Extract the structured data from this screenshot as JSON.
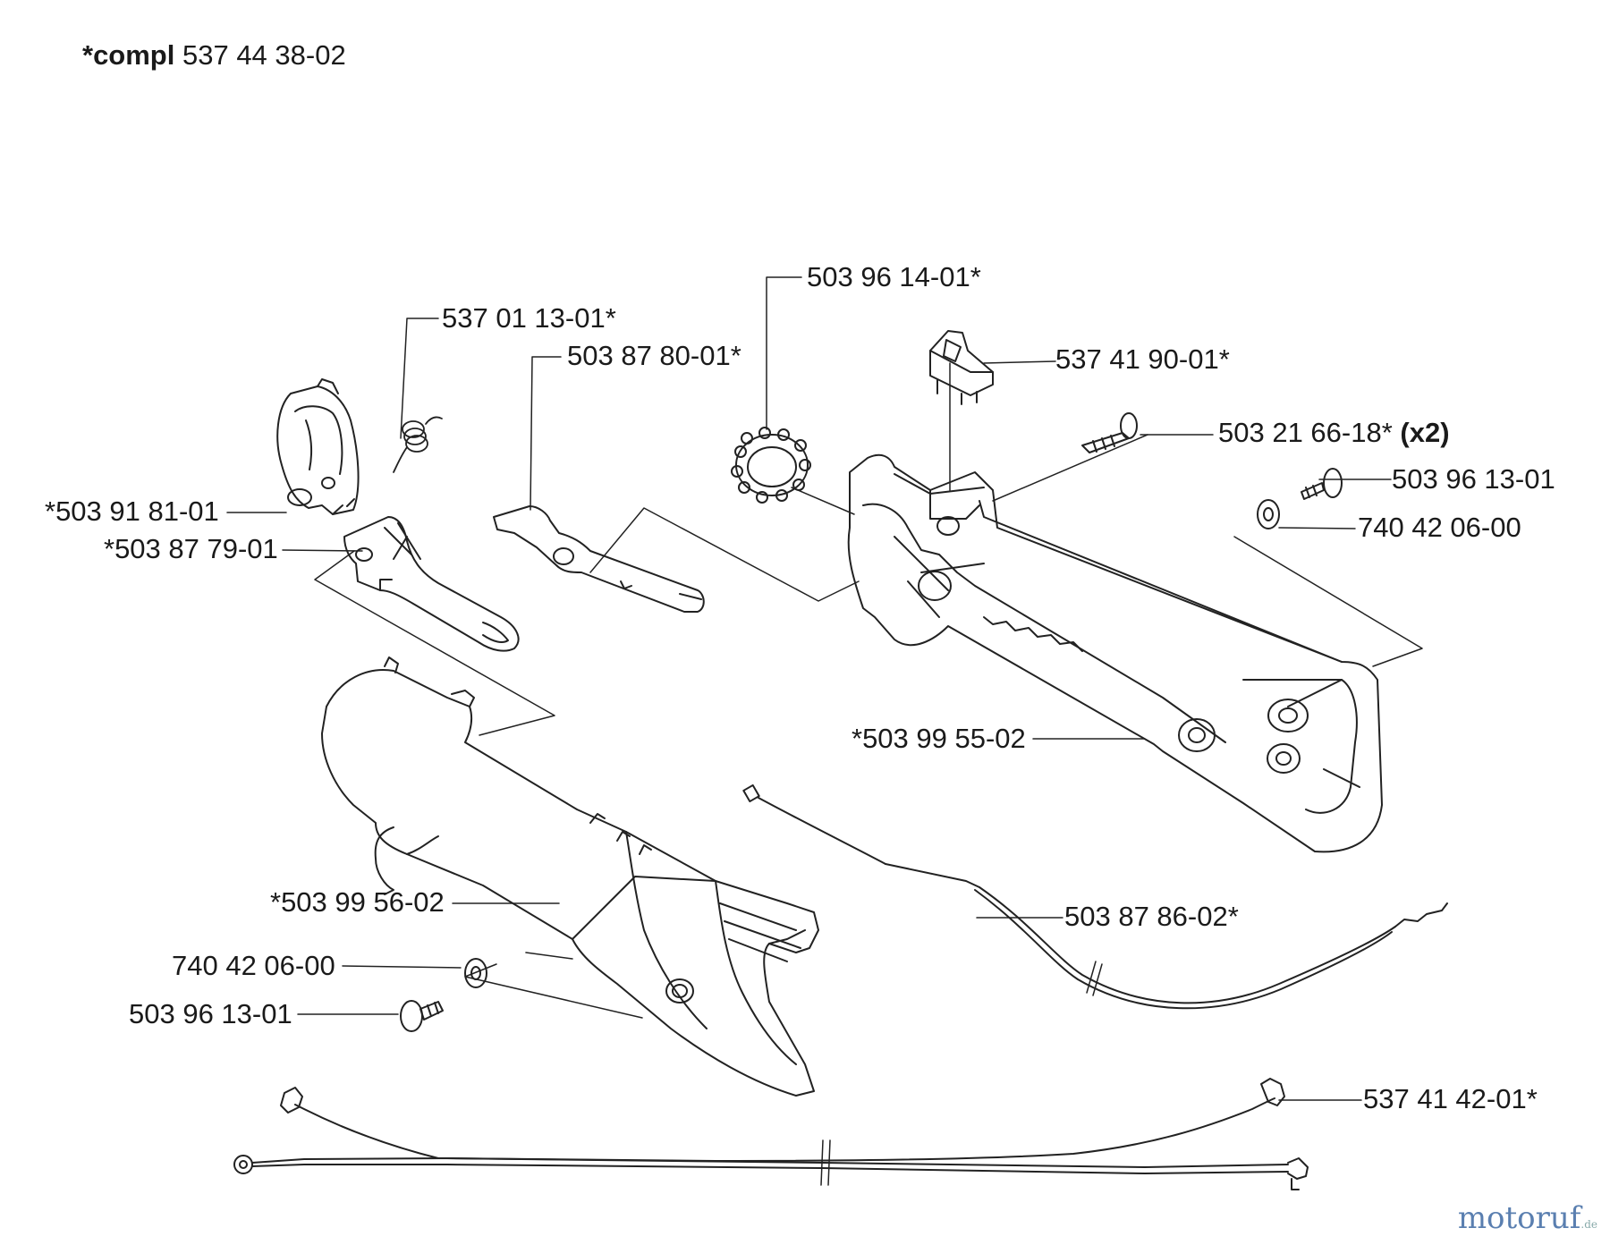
{
  "title": {
    "prefix": "*compl",
    "number": "537 44 38-02"
  },
  "parts": [
    {
      "id": "p1",
      "label": "537 01 13-01*",
      "suffix": ""
    },
    {
      "id": "p2",
      "label": "503 87 80-01*",
      "suffix": ""
    },
    {
      "id": "p3",
      "label": "503 96 14-01*",
      "suffix": ""
    },
    {
      "id": "p4",
      "label": "537 41 90-01*",
      "suffix": ""
    },
    {
      "id": "p5",
      "label": "503 21 66-18*",
      "suffix": "(x2)"
    },
    {
      "id": "p6",
      "label": "503 96 13-01",
      "suffix": ""
    },
    {
      "id": "p7",
      "label": "740 42 06-00",
      "suffix": ""
    },
    {
      "id": "p8",
      "label": "*503 91 81-01",
      "suffix": ""
    },
    {
      "id": "p9",
      "label": "*503 87 79-01",
      "suffix": ""
    },
    {
      "id": "p10",
      "label": "*503 99 55-02",
      "suffix": ""
    },
    {
      "id": "p11",
      "label": "503 87 86-02*",
      "suffix": ""
    },
    {
      "id": "p12",
      "label": "*503 99 56-02",
      "suffix": ""
    },
    {
      "id": "p13",
      "label": "740 42 06-00",
      "suffix": ""
    },
    {
      "id": "p14",
      "label": "503 96 13-01",
      "suffix": ""
    },
    {
      "id": "p15",
      "label": "537 41 42-01*",
      "suffix": ""
    }
  ],
  "watermark": {
    "brand": "motoruf",
    "tld": ".de",
    "color": "#5a7fb0"
  }
}
